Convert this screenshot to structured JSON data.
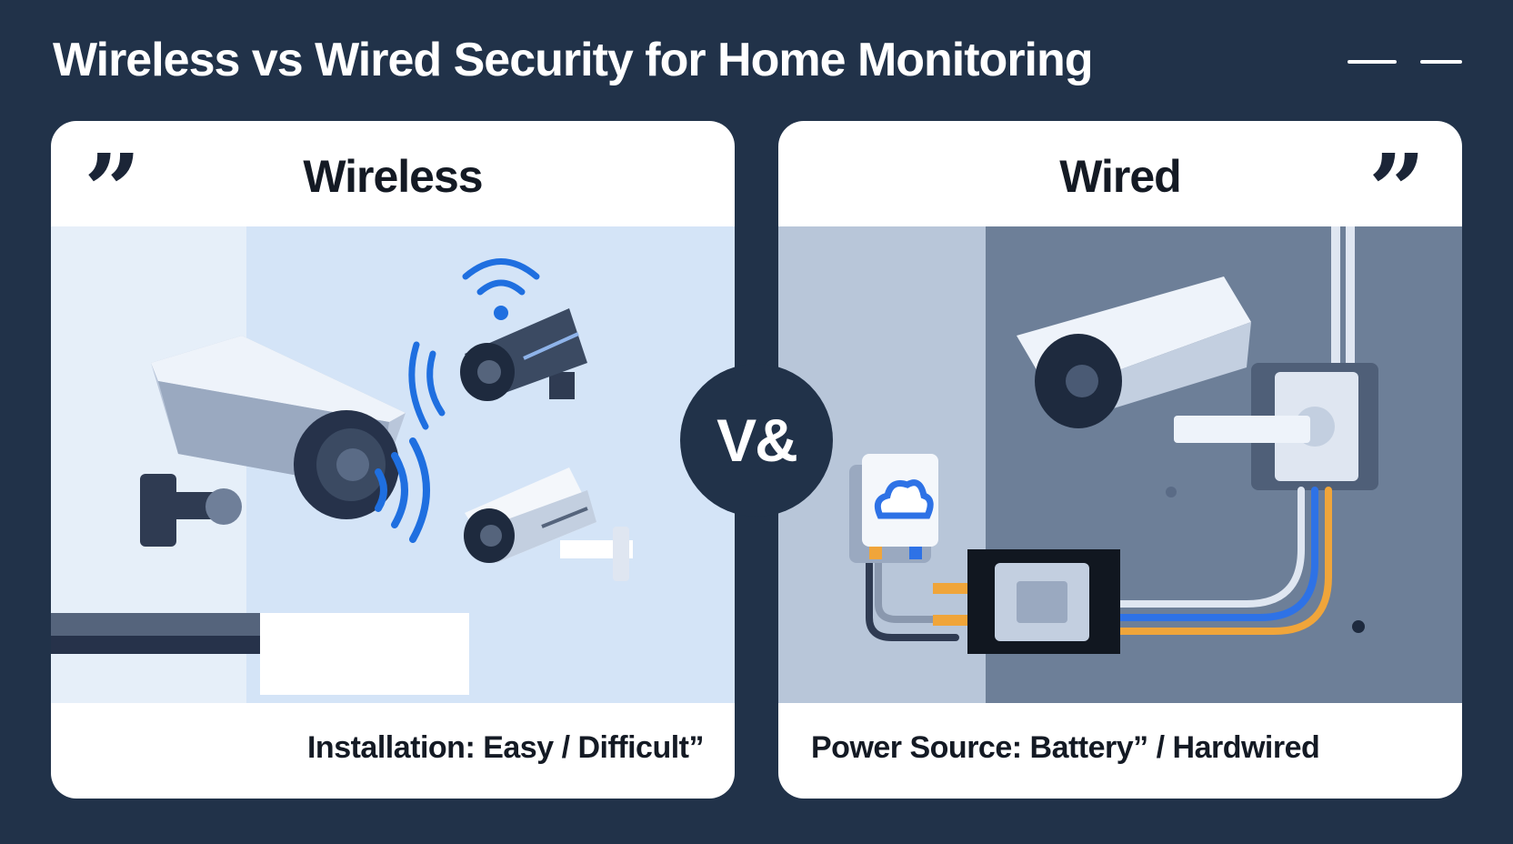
{
  "header": {
    "title": "Wireless vs Wired Security for Home Monitoring"
  },
  "cards": {
    "wireless": {
      "title": "Wireless",
      "quote_glyph": "”",
      "caption": "Installation: Easy / Difficult”"
    },
    "wired": {
      "title": "Wired",
      "quote_glyph": "”",
      "caption": "Power Source: Battery” / Hardwired"
    }
  },
  "vs_badge": "V&",
  "colors": {
    "background": "#213249",
    "card": "#ffffff",
    "wireless_scene": "#d7e6f7",
    "wired_scene": "#6b7d96",
    "signal_blue": "#1f6fe0",
    "cable_orange": "#f0a53a",
    "cable_blue": "#2e72e6"
  },
  "icons": [
    "quote-icon",
    "wifi-signal-icon",
    "cloud-icon",
    "security-camera-icon"
  ]
}
